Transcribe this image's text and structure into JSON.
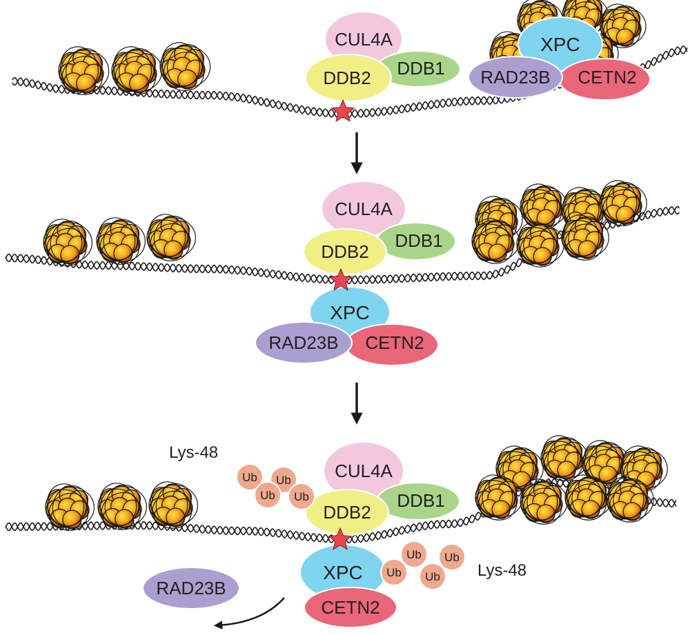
{
  "proteins": {
    "cul4a": "CUL4A",
    "ddb1": "DDB1",
    "ddb2": "DDB2",
    "xpc": "XPC",
    "rad23b": "RAD23B",
    "cetn2": "CETN2"
  },
  "ubiquitin": "Ub",
  "lys48": "Lys-48",
  "colors": {
    "cul4a": "#f2c8df",
    "ddb1": "#a9d58a",
    "ddb2": "#f1ee86",
    "xpc": "#7fd4ef",
    "rad23b": "#ab9fd0",
    "cetn2": "#ea6679",
    "ubiquitin": "#eea98e",
    "lesion": "#e8464f",
    "nucleosome_core": "#f3a218",
    "dna": "#1a1a1a"
  }
}
